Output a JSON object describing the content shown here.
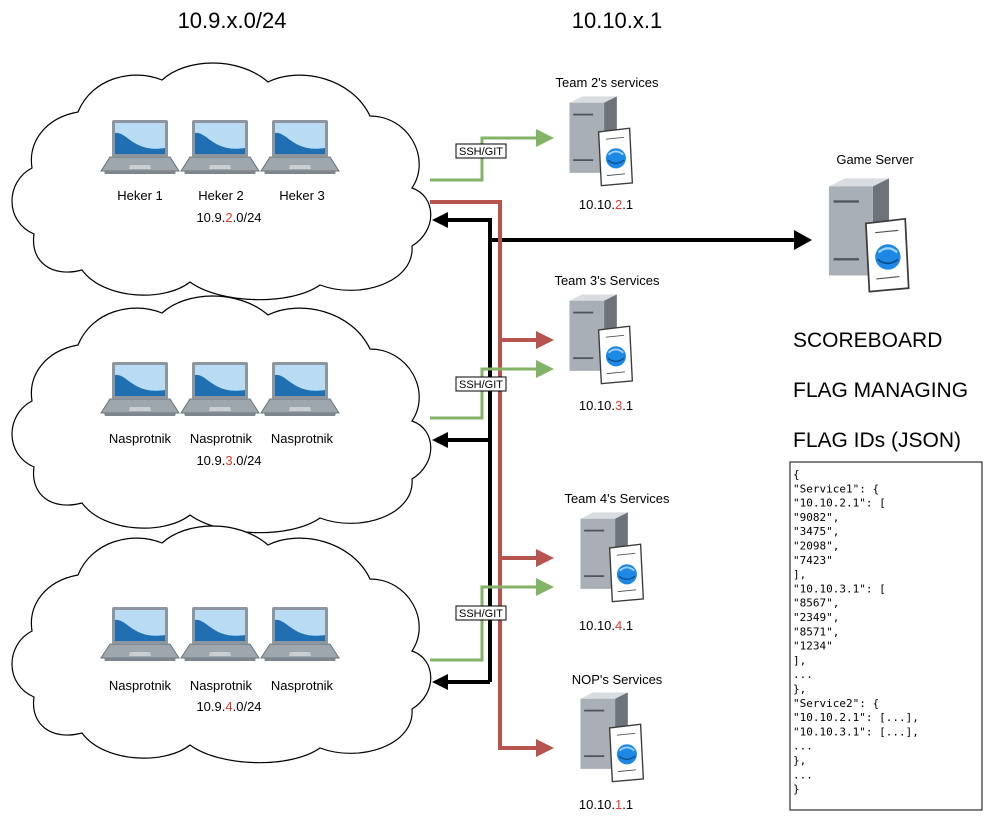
{
  "headers": {
    "subnet_range": "10.9.x.0/24",
    "service_range": "10.10.x.1"
  },
  "colors": {
    "attack": "#b85450",
    "ssh": "#82b366",
    "game": "#000000"
  },
  "networks": [
    {
      "hosts": [
        "Heker 1",
        "Heker 2",
        "Heker 3"
      ],
      "subnet": {
        "prefix": "10.9.",
        "num": "2",
        "suffix": ".0/24"
      }
    },
    {
      "hosts": [
        "Nasprotnik",
        "Nasprotnik",
        "Nasprotnik"
      ],
      "subnet": {
        "prefix": "10.9.",
        "num": "3",
        "suffix": ".0/24"
      }
    },
    {
      "hosts": [
        "Nasprotnik",
        "Nasprotnik",
        "Nasprotnik"
      ],
      "subnet": {
        "prefix": "10.9.",
        "num": "4",
        "suffix": ".0/24"
      }
    }
  ],
  "ssh_label": "SSH/GIT",
  "services": [
    {
      "title": "Team 2's services",
      "ip": {
        "prefix": "10.10.",
        "num": "2",
        "suffix": ".1"
      }
    },
    {
      "title": "Team 3's Services",
      "ip": {
        "prefix": "10.10.",
        "num": "3",
        "suffix": ".1"
      }
    },
    {
      "title": "Team 4's Services",
      "ip": {
        "prefix": "10.10.",
        "num": "4",
        "suffix": ".1"
      }
    },
    {
      "title": "NOP's Services",
      "ip": {
        "prefix": "10.10.",
        "num": "1",
        "suffix": ".1"
      }
    }
  ],
  "game_server": {
    "title": "Game Server",
    "functions": [
      "SCOREBOARD",
      "FLAG MANAGING",
      "FLAG IDs (JSON)"
    ]
  },
  "json_lines": [
    "{",
    "  \"Service1\": {",
    "    \"10.10.2.1\": [",
    "      \"9082\",",
    "      \"3475\",",
    "      \"2098\",",
    "      \"7423\"",
    "    ],",
    "    \"10.10.3.1\": [",
    "      \"8567\",",
    "      \"2349\",",
    "      \"8571\",",
    "      \"1234\"",
    "    ],",
    "    ...",
    "  },",
    "  \"Service2\": {",
    "    \"10.10.2.1\": [...],",
    "    \"10.10.3.1\": [...],",
    "    ...",
    "  },",
    "  ...",
    "}"
  ]
}
